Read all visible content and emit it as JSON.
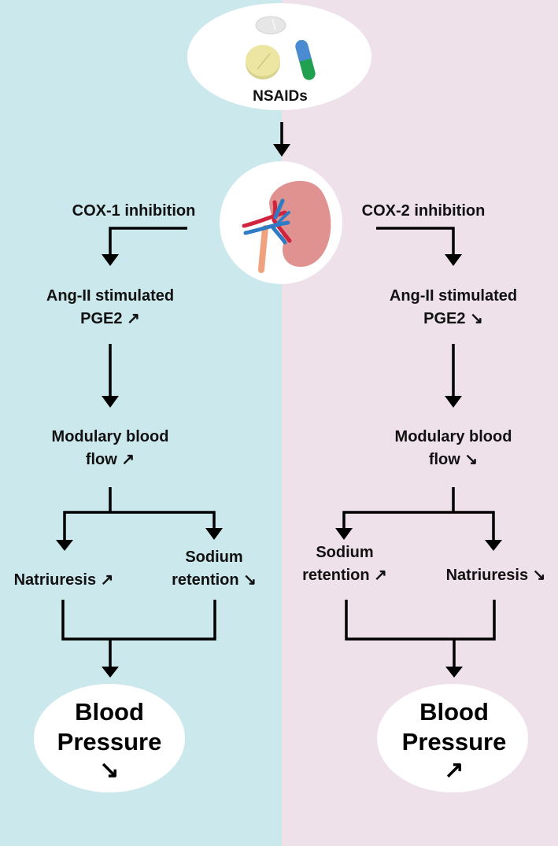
{
  "colors": {
    "left_background": "#cbe8ec",
    "right_background": "#efe1ea",
    "arrow": "#000000",
    "bubble": "#ffffff",
    "kidney": "#df9290",
    "artery": "#d0243e",
    "vein": "#2f7cc5",
    "ureter": "#f0a27e",
    "pill_white": "#e6e6e6",
    "pill_yellow": "#ede6a2",
    "capsule_blue": "#4a8bd2",
    "capsule_green": "#21a050"
  },
  "top": {
    "label": "NSAIDs",
    "icons": [
      "white-tablet-icon",
      "yellow-tablet-icon",
      "capsule-icon"
    ],
    "center_icon": "kidney-icon"
  },
  "left_pathway": {
    "trigger": "COX-1 inhibition",
    "step1": {
      "line1": "Ang-II stimulated",
      "line2": "PGE2 ↗"
    },
    "step2": {
      "line1": "Modulary blood",
      "line2": "flow ↗"
    },
    "branch_left": {
      "line1": "Natriuresis ↗"
    },
    "branch_right": {
      "line1": "Sodium",
      "line2": "retention ↘"
    },
    "outcome": {
      "line1": "Blood",
      "line2": "Pressure",
      "trend": "↘"
    }
  },
  "right_pathway": {
    "trigger": "COX-2 inhibition",
    "step1": {
      "line1": "Ang-II stimulated",
      "line2": "PGE2 ↘"
    },
    "step2": {
      "line1": "Modulary blood",
      "line2": "flow ↘"
    },
    "branch_left": {
      "line1": "Sodium",
      "line2": "retention ↗"
    },
    "branch_right": {
      "line1": "Natriuresis ↘"
    },
    "outcome": {
      "line1": "Blood",
      "line2": "Pressure",
      "trend": "↗"
    }
  }
}
